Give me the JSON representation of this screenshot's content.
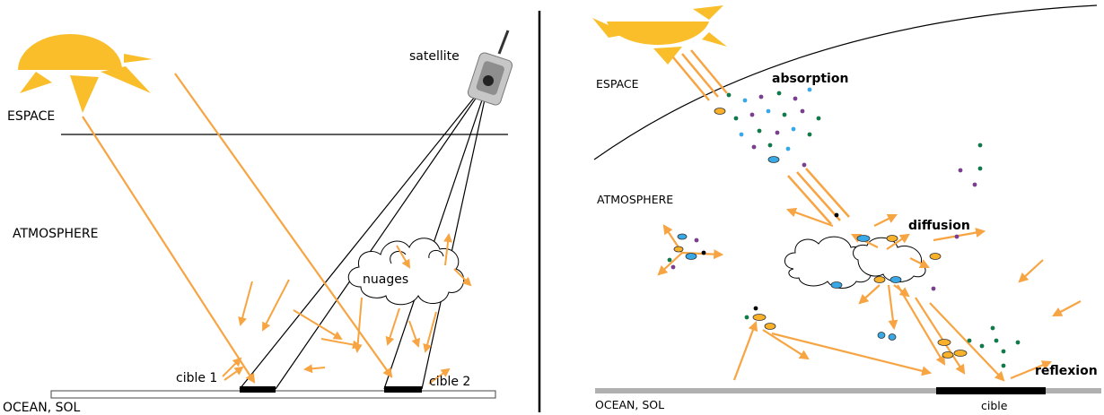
{
  "left_panel": {
    "labels": {
      "espace": "ESPACE",
      "atmosphere": "ATMOSPHERE",
      "satellite": "satellite",
      "nuages": "nuages",
      "cible_1": "cible 1",
      "cible_2": "cible 2",
      "ocean_sol": "OCEAN, SOL"
    }
  },
  "right_panel": {
    "labels": {
      "espace": "ESPACE",
      "atmosphere": "ATMOSPHERE",
      "absorption": "absorption",
      "diffusion": "diffusion",
      "reflexion": "reflexion",
      "cible": "cible",
      "ocean_sol": "OCEAN, SOL"
    }
  },
  "colors": {
    "sun": "#f9be2a",
    "ray": "#f7a442",
    "ground": "#b0b0b0",
    "target": "#000000",
    "particle_orange": "#f9b12a",
    "particle_blue": "#38a9e6",
    "particle_green": "#127a4a",
    "particle_purple": "#7a3f8f"
  },
  "icons": [
    "sun-icon",
    "satellite-icon",
    "cloud-icon"
  ]
}
